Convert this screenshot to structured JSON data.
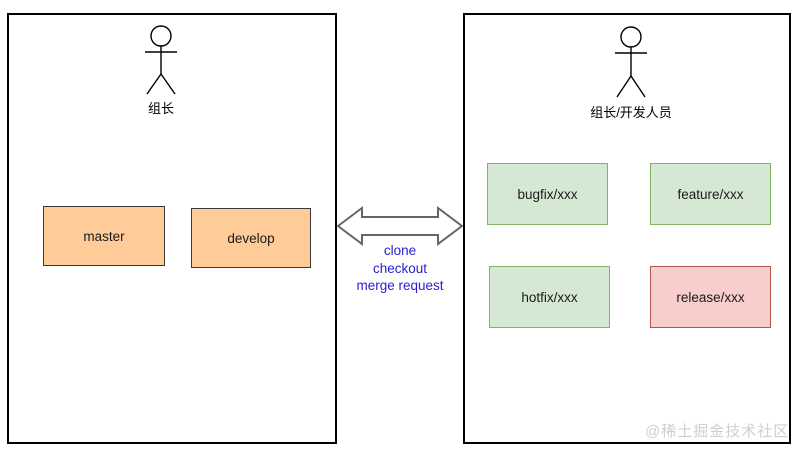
{
  "diagram": {
    "left_group": {
      "actor": {
        "icon": "stick-figure-actor-icon",
        "label": "组长"
      },
      "nodes": [
        {
          "id": "master",
          "label": "master",
          "fill": "#ffcc99",
          "stroke": "#3a3a3a"
        },
        {
          "id": "develop",
          "label": "develop",
          "fill": "#ffcc99",
          "stroke": "#3a3a3a"
        }
      ]
    },
    "connector": {
      "icon": "double-headed-arrow-icon",
      "stroke": "#666666",
      "fill": "#ffffff",
      "label_color": "#2b20d6",
      "labels": [
        "clone",
        "checkout",
        "merge request"
      ]
    },
    "right_group": {
      "actor": {
        "icon": "stick-figure-actor-icon",
        "label": "组长/开发人员"
      },
      "nodes": [
        {
          "id": "bugfix",
          "label": "bugfix/xxx",
          "fill": "#d5e8d4",
          "stroke": "#82b366"
        },
        {
          "id": "feature",
          "label": "feature/xxx",
          "fill": "#d5e8d4",
          "stroke": "#82b366"
        },
        {
          "id": "hotfix",
          "label": "hotfix/xxx",
          "fill": "#d5e8d4",
          "stroke": "#82b366"
        },
        {
          "id": "release",
          "label": "release/xxx",
          "fill": "#f8cecc",
          "stroke": "#b85450"
        }
      ]
    },
    "watermark": "@稀土掘金技术社区"
  }
}
